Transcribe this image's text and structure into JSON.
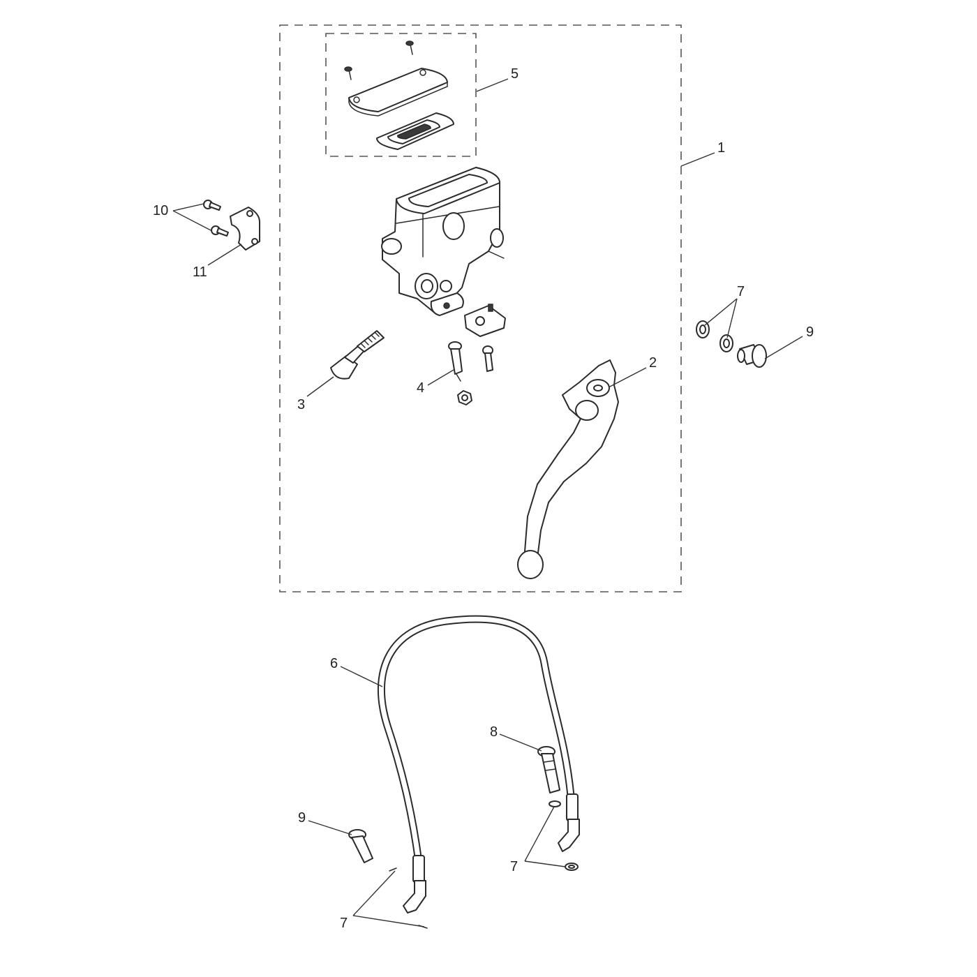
{
  "callouts": {
    "c1": "1",
    "c2": "2",
    "c3": "3",
    "c4": "4",
    "c5": "5",
    "c6": "6",
    "c7_top": "7",
    "c7_mid": "7",
    "c7_bottom": "7",
    "c8": "8",
    "c9_right": "9",
    "c9_left": "9",
    "c10": "10",
    "c11": "11"
  }
}
